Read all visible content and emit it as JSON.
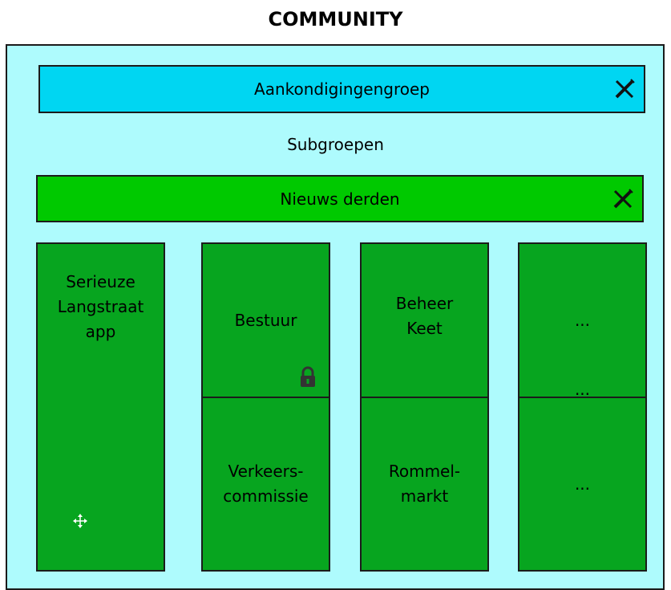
{
  "title": "COMMUNITY",
  "announcement_group": {
    "label": "Aankondigingengroep",
    "action_icon": "pencil-cross-icon"
  },
  "subgroups_label": "Subgroepen",
  "news_group": {
    "label": "Nieuws derden",
    "action_icon": "pencil-cross-icon"
  },
  "tiles": {
    "col1": {
      "text": "Serieuze\nLangstraat\napp"
    },
    "col2": {
      "top": "Bestuur",
      "bottom": "Verkeers-\ncommissie",
      "lock_icon": "lock-icon"
    },
    "col3": {
      "top": "Beheer\nKeet",
      "bottom": "Rommel-\nmarkt"
    },
    "col4": {
      "top": "...",
      "middle": "...",
      "bottom": "..."
    }
  },
  "colors": {
    "panel_bg": "#aefbfd",
    "announcement_bg": "#00d6f2",
    "news_bg": "#00c900",
    "tile_bg": "#07a51f"
  }
}
